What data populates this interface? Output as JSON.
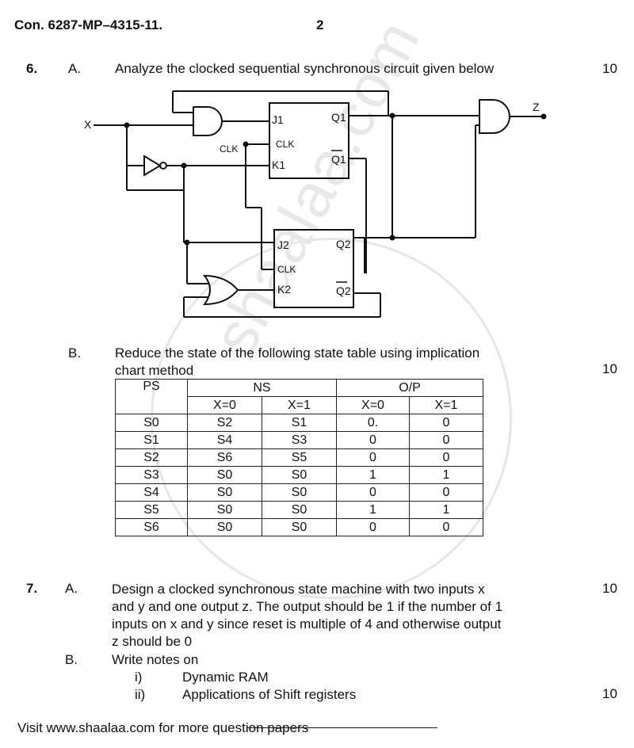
{
  "header": {
    "code": "Con. 6287-MP–4315-11.",
    "page_number": "2"
  },
  "q6": {
    "number": "6.",
    "A": {
      "label": "A.",
      "text": "Analyze the clocked sequential synchronous circuit given below",
      "marks": "10",
      "circuit_labels": {
        "x": "X",
        "z": "Z",
        "j1": "J1",
        "k1": "K1",
        "q1": "Q1",
        "q1bar": "Q1",
        "clk1": "CLK",
        "clk_in": "CLK",
        "j2": "J2",
        "k2": "K2",
        "clk2": "CLK",
        "q2": "Q2",
        "q2bar": "Q2"
      }
    },
    "B": {
      "label": "B.",
      "text_line1": "Reduce the state of the following state table using implication",
      "text_line2": "chart method",
      "marks": "10",
      "table": {
        "h_ps": "PS",
        "h_ns": "NS",
        "h_op": "O/P",
        "sub": [
          "X=0",
          "X=1",
          "X=0",
          "X=1"
        ],
        "rows": [
          [
            "S0",
            "S2",
            "S1",
            "0.",
            "0"
          ],
          [
            "S1",
            "S4",
            "S3",
            "0",
            "0"
          ],
          [
            "S2",
            "S6",
            "S5",
            "0",
            "0"
          ],
          [
            "S3",
            "S0",
            "S0",
            "1",
            "1"
          ],
          [
            "S4",
            "S0",
            "S0",
            "0",
            "0"
          ],
          [
            "S5",
            "S0",
            "S0",
            "1",
            "1"
          ],
          [
            "S6",
            "S0",
            "S0",
            "0",
            "0"
          ]
        ]
      }
    }
  },
  "q7": {
    "number": "7.",
    "A": {
      "label": "A.",
      "lines": [
        "Design a clocked synchronous state machine with two inputs x",
        "and y and one output z. The output should be 1 if the number of 1",
        "inputs on x and y since reset is multiple of 4 and otherwise output",
        "z should be 0"
      ],
      "marks": "10"
    },
    "B": {
      "label": "B.",
      "text": "Write notes on",
      "items": [
        {
          "num": "i)",
          "text": "Dynamic RAM"
        },
        {
          "num": "ii)",
          "text": "Applications of Shift registers"
        }
      ],
      "marks": "10"
    }
  },
  "footer": {
    "text": "Visit www.shaalaa.com for more question papers"
  },
  "watermark": {
    "text": "shaalaa.com"
  }
}
